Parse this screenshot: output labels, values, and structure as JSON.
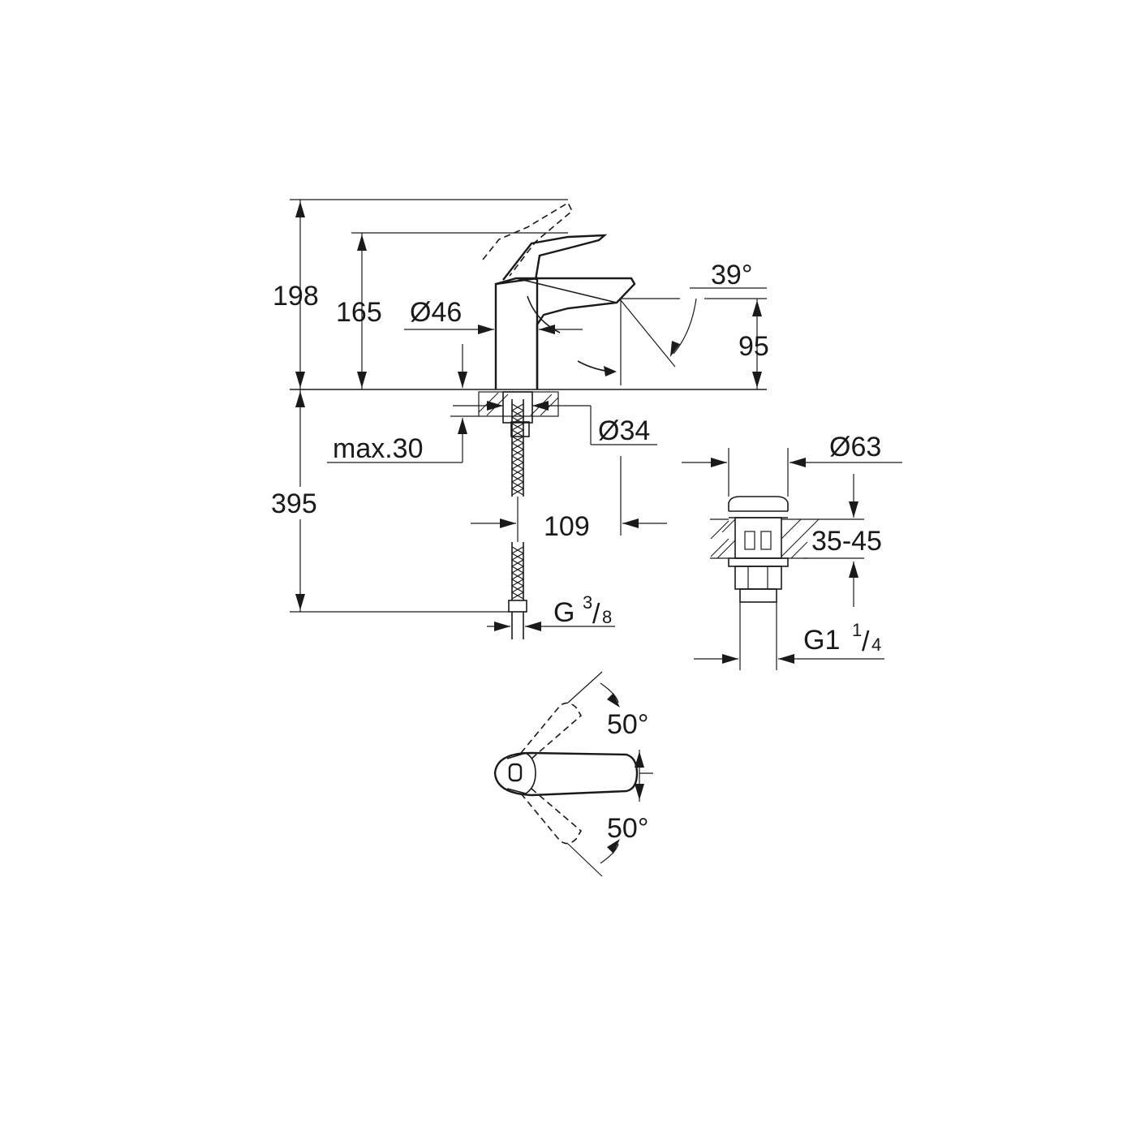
{
  "colors": {
    "line": "#1a1a1a",
    "background": "#ffffff"
  },
  "dimensions": {
    "height_total": "198",
    "height_spout": "165",
    "spout_height": "95",
    "spout_angle": "39°",
    "body_diameter": "Ø46",
    "base_diameter": "Ø34",
    "deck_thickness": "max.30",
    "hose_length": "395",
    "spout_reach": "109",
    "hose_connection": {
      "base": "G",
      "num": "3",
      "den": "8"
    },
    "waste_diameter": "Ø63",
    "waste_range": "35-45",
    "waste_thread": {
      "base": "G1",
      "num": "1",
      "den": "4"
    },
    "lever_angle_top": "50°",
    "lever_angle_bottom": "50°"
  }
}
